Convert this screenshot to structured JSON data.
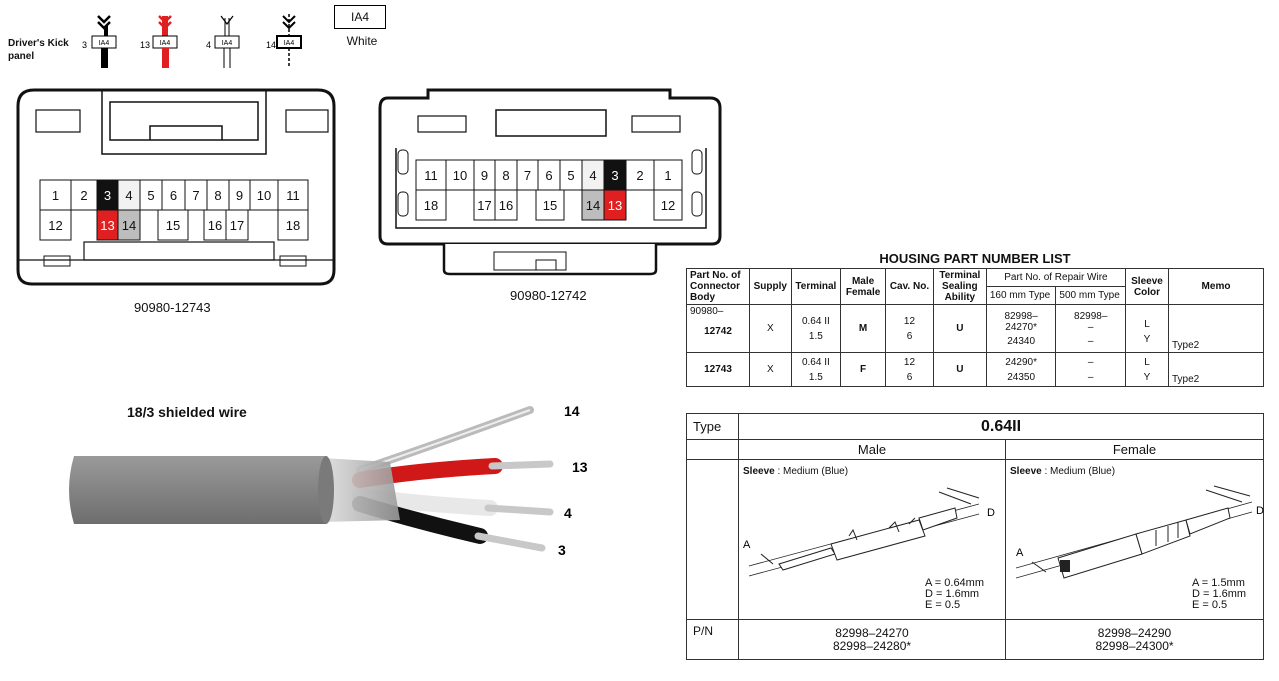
{
  "legend": {
    "location": "Driver's Kick panel",
    "items": [
      {
        "num": "3",
        "label": "IA4",
        "wire": "black"
      },
      {
        "num": "13",
        "label": "IA4",
        "wire": "red"
      },
      {
        "num": "4",
        "label": "IA4",
        "wire": "white"
      },
      {
        "num": "14",
        "label": "IA4",
        "wire": "drain"
      }
    ],
    "box_label": "IA4",
    "box_color": "White"
  },
  "connectors": [
    {
      "part": "90980-12743",
      "top_row": [
        "1",
        "2",
        "3",
        "4",
        "5",
        "6",
        "7",
        "8",
        "9",
        "10",
        "11"
      ],
      "bottom_row": [
        "12",
        "13",
        "14",
        "15",
        "16",
        "17",
        "18"
      ]
    },
    {
      "part": "90980-12742",
      "top_row": [
        "11",
        "10",
        "9",
        "8",
        "7",
        "6",
        "5",
        "4",
        "3",
        "2",
        "1"
      ],
      "bottom_row": [
        "18",
        "17",
        "16",
        "15",
        "14",
        "13",
        "12"
      ]
    }
  ],
  "cable": {
    "title": "18/3 shielded wire",
    "wires": [
      "14",
      "13",
      "4",
      "3"
    ]
  },
  "housing": {
    "title": "HOUSING PART NUMBER LIST",
    "headers": {
      "part_no": "Part No. of Connector Body",
      "supply": "Supply",
      "terminal": "Terminal",
      "male_female": "Male Female",
      "cav_no": "Cav. No.",
      "sealing": "Terminal Sealing Ability",
      "repair": "Part No. of Repair Wire",
      "r160": "160 mm Type",
      "r500": "500 mm Type",
      "sleeve": "Sleeve Color",
      "memo": "Memo"
    },
    "rows": [
      {
        "part_a": "90980–",
        "part_b": "12742",
        "supply": "X",
        "term_a": "0.64 II",
        "term_b": "1.5",
        "mf": "M",
        "cav_a": "12",
        "cav_b": "6",
        "seal": "U",
        "r160_a": "82998–",
        "r160_b": "24270*",
        "r160_c": "24340",
        "r500_a": "82998–",
        "r500_b": "–",
        "r500_c": "–",
        "sleeve_a": "L",
        "sleeve_b": "Y",
        "memo": "Type2"
      },
      {
        "part_b": "12743",
        "supply": "X",
        "term_a": "0.64 II",
        "term_b": "1.5",
        "mf": "F",
        "cav_a": "12",
        "cav_b": "6",
        "seal": "U",
        "r160_a": "24290*",
        "r160_b": "24350",
        "r500_a": "–",
        "r500_b": "–",
        "sleeve_a": "L",
        "sleeve_b": "Y",
        "memo": "Type2"
      }
    ]
  },
  "terminal_type": {
    "type_label": "Type",
    "type_value": "0.64II",
    "male_label": "Male",
    "female_label": "Female",
    "male_sleeve": "Sleeve",
    "male_sleeve_val": " : Medium (Blue)",
    "female_sleeve": "Sleeve",
    "female_sleeve_val": " : Medium (Blue)",
    "male_dims": [
      "A = 0.64mm",
      "D = 1.6mm",
      "E = 0.5"
    ],
    "female_dims": [
      "A = 1.5mm",
      "D = 1.6mm",
      "E = 0.5"
    ],
    "pn_label": "P/N",
    "male_pn": [
      "82998–24270",
      "82998–24280*"
    ],
    "female_pn": [
      "82998–24290",
      "82998–24300*"
    ],
    "letter_a": "A",
    "letter_d": "D"
  }
}
